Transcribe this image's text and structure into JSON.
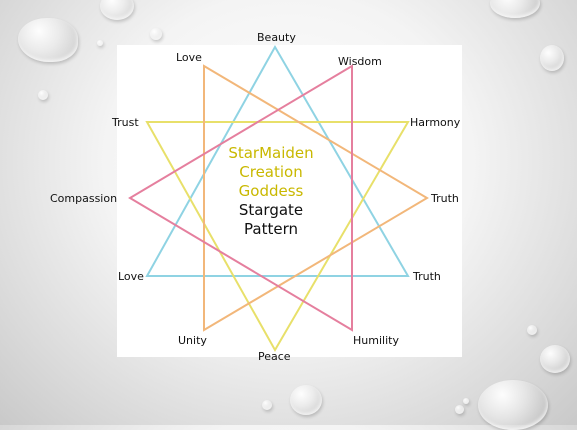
{
  "diagram": {
    "title_lines": {
      "line1": "StarMaiden",
      "line2": "Creation",
      "line3": "Goddess",
      "line4": "Stargate",
      "line5": "Pattern"
    },
    "labels": {
      "beauty": "Beauty",
      "love_top": "Love",
      "wisdom": "Wisdom",
      "trust": "Trust",
      "harmony": "Harmony",
      "compassion": "Compassion",
      "truth_right": "Truth",
      "love_left": "Love",
      "truth_bottom": "Truth",
      "unity": "Unity",
      "peace": "Peace",
      "humility": "Humility"
    },
    "colors": {
      "blue": "#8fd3e3",
      "orange": "#f2b77a",
      "pink": "#e57f9e",
      "yellow": "#e8e06a",
      "title_gold": "#c9b800"
    }
  }
}
